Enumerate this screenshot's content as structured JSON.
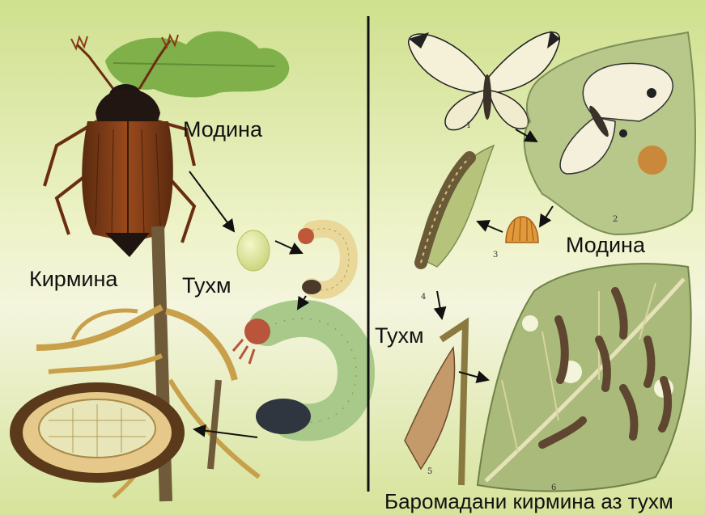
{
  "left_panel": {
    "label_adult": "Модина",
    "label_larva": "Кирмина",
    "label_egg": "Тухм"
  },
  "right_panel": {
    "label_adult": "Модина",
    "label_egg": "Тухм",
    "caption": "Баромадани кирмина аз тухм",
    "stage_numbers": [
      "1",
      "2",
      "3",
      "4",
      "5",
      "6"
    ]
  },
  "colors": {
    "background_top": "#cfe08e",
    "background_mid": "#f4f5de",
    "divider": "#111111",
    "beetle_body": "#7a3a17",
    "leaf_green": "#7e9a45"
  }
}
